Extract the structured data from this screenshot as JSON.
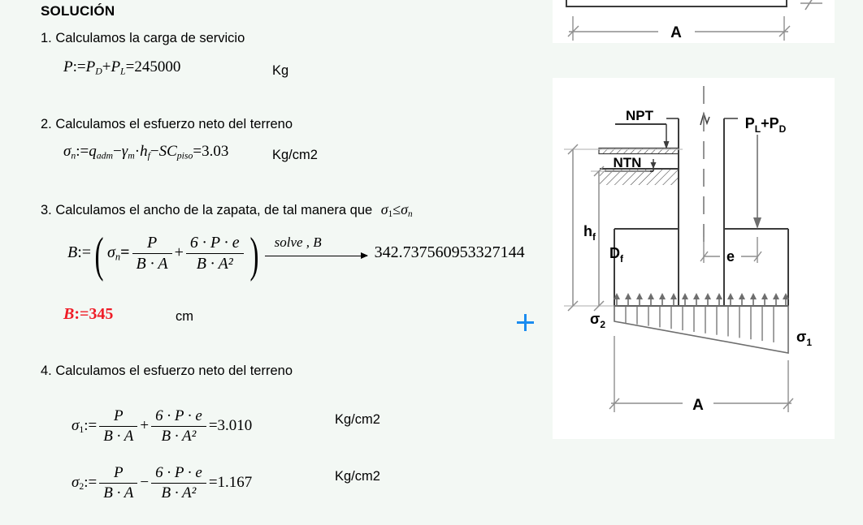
{
  "document": {
    "heading": "SOLUCIÓN",
    "steps": [
      {
        "label": "1. Calculamos la carga de servicio"
      },
      {
        "label": "2. Calculamos el esfuerzo neto del terreno"
      },
      {
        "label": "3. Calculamos el ancho de la zapata, de tal manera que"
      },
      {
        "label": "4. Calculamos el esfuerzo neto del terreno"
      }
    ],
    "step3_condition": "σ₁ ≤ σₙ",
    "equations": {
      "eq1": {
        "lhs": "P",
        "assign": ":=",
        "rhs": "P_D + P_L",
        "equals": "=",
        "result": "245000",
        "unit": "Kg"
      },
      "eq2": {
        "lhs": "σ_n",
        "assign": ":=",
        "rhs": "q_adm − γ_m · h_f − SC_piso",
        "equals": "=",
        "result": "3.03",
        "unit": "Kg/cm2"
      },
      "eq3": {
        "lhs": "B",
        "assign": ":=",
        "inner_lhs": "σ_n",
        "inner_eq": "=",
        "term1_num": "P",
        "term1_den": "B · A",
        "plus": "+",
        "term2_num": "6 · P · e",
        "term2_den": "B · A²",
        "solve_label": "solve , B",
        "result": "342.737560953327144"
      },
      "eq4": {
        "lhs": "B",
        "assign": ":=",
        "result": "345",
        "unit": "cm",
        "color": "#ef1c26"
      },
      "eq5": {
        "lhs": "σ_1",
        "assign": ":=",
        "term1_num": "P",
        "term1_den": "B · A",
        "op": "+",
        "term2_num": "6 · P · e",
        "term2_den": "B · A²",
        "equals": "=",
        "result": "3.010",
        "unit": "Kg/cm2"
      },
      "eq6": {
        "lhs": "σ_2",
        "assign": ":=",
        "term1_num": "P",
        "term1_den": "B · A",
        "op": "−",
        "term2_num": "6 · P · e",
        "term2_den": "B · A²",
        "equals": "=",
        "result": "1.167",
        "unit": "Kg/cm2"
      }
    },
    "symbols": {
      "P": "P",
      "P_sub_D": "D",
      "P_sub_L": "L",
      "sigma": "σ",
      "sigma_sub_n": "n",
      "sigma_sub_1": "1",
      "sigma_sub_2": "2",
      "q": "q",
      "q_sub": "adm",
      "gamma": "γ",
      "gamma_sub": "m",
      "h": "h",
      "h_sub": "f",
      "SC": "SC",
      "SC_sub": "piso",
      "B": "B",
      "A": "A",
      "e": "e",
      "six": "6",
      "minus": "−",
      "plus": "+",
      "dot": "·",
      "assign": ":=",
      "equals": "=",
      "leq": "≤",
      "exp2": "2"
    },
    "cursor": {
      "name": "crosshair-cursor",
      "color": "#1a8cf0"
    }
  },
  "diagrams": {
    "plan_view": {
      "dimension_label": "A"
    },
    "section_view": {
      "labels": {
        "npt": "NPT",
        "ntn": "NTN",
        "load": "P",
        "load_sub1": "L",
        "load_plus": "+",
        "load_2": "P",
        "load_sub2": "D",
        "hf": "h",
        "hf_sub": "f",
        "df": "D",
        "df_sub": "f",
        "eccentricity": "e",
        "sigma1": "σ",
        "sigma1_sub": "1",
        "sigma2": "σ",
        "sigma2_sub": "2",
        "width": "A"
      }
    }
  },
  "colors": {
    "page_background": "#f3f8f4",
    "panel_background": "#ffffff",
    "text": "#000000",
    "accent_red": "#ef1c26",
    "cursor_blue": "#1a8cf0",
    "diagram_line": "#6e6e6e",
    "diagram_dark": "#3c3c3c"
  }
}
